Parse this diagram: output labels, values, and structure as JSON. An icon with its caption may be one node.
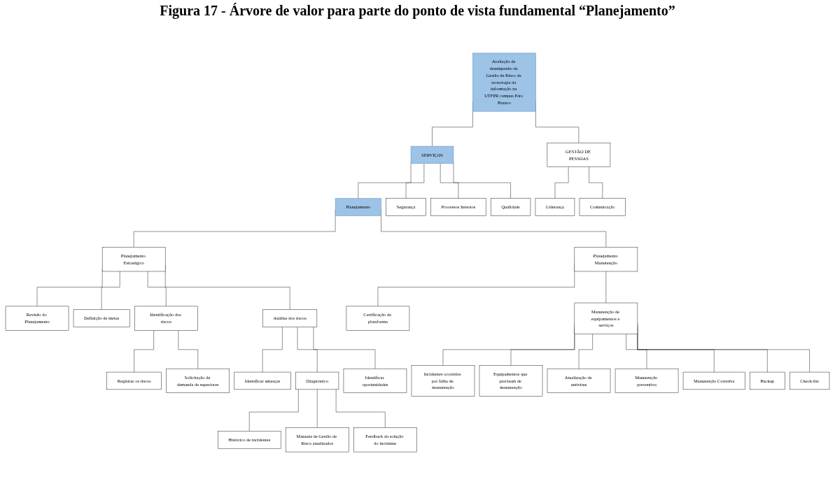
{
  "diagram": {
    "title": "Figura 17 - Árvore de valor para parte do ponto de vista fundamental “Planejamento”",
    "nodes": [
      {
        "text": [
          "Avaliação de desempenho da Gestão de Risco da tecnologia da informação na UTFPR campus Pato Branco"
        ]
      },
      {
        "text": [
          "SERVIÇOS"
        ]
      },
      {
        "text": [
          "GESTÃO DE PESSOAS"
        ]
      },
      {
        "text": [
          "Planejamento"
        ]
      },
      {
        "text": [
          "Segurança"
        ]
      },
      {
        "text": [
          "Processos Internos"
        ]
      },
      {
        "text": [
          "Qualidade"
        ]
      },
      {
        "text": [
          "Liderança"
        ]
      },
      {
        "text": [
          "Comunicação"
        ]
      },
      {
        "text": [
          "Planejamento Estratégico"
        ]
      },
      {
        "text": [
          "Planejamento Manutenção"
        ]
      },
      {
        "text": [
          "Revisão do Planejamento"
        ]
      },
      {
        "text": [
          "Definição de metas"
        ]
      },
      {
        "text": [
          "Identificação dos riscos"
        ]
      },
      {
        "text": [
          "Análise dos riscos"
        ]
      },
      {
        "text": [
          "Certificação da plataforma"
        ]
      },
      {
        "text": [
          "Manutenção de equipamentos e serviços"
        ]
      },
      {
        "text": [
          "Registrar os riscos"
        ]
      },
      {
        "text": [
          "Solicitação de demanda de superiores"
        ]
      },
      {
        "text": [
          "Identificar ameaças"
        ]
      },
      {
        "text": [
          "Diagnóstico"
        ]
      },
      {
        "text": [
          "Identificar oportunidades"
        ]
      },
      {
        "text": [
          "Incidentes ocorridos por falha de manutenção"
        ]
      },
      {
        "text": [
          "Equipamentos que precisam de manutenção"
        ]
      },
      {
        "text": [
          "Atualização de antivírus"
        ]
      },
      {
        "text": [
          "Manutenção preventiva"
        ]
      },
      {
        "text": [
          "Manutenção Corretiva"
        ]
      },
      {
        "text": [
          "Backup"
        ]
      },
      {
        "text": [
          "Check-list"
        ]
      },
      {
        "text": [
          "Histórico de incidentes"
        ]
      },
      {
        "text": [
          "Manuais de Gestão de Risco atualizados"
        ]
      },
      {
        "text": [
          "Feedback da solução do incidente"
        ]
      }
    ],
    "edges": [
      {
        "from": 0,
        "to": 1,
        "arrow": "none"
      },
      {
        "from": 0,
        "to": 2,
        "arrow": "none"
      },
      {
        "from": 1,
        "to": 3,
        "arrow": "none"
      },
      {
        "from": 1,
        "to": 4,
        "arrow": "none"
      },
      {
        "from": 1,
        "to": 5,
        "arrow": "none"
      },
      {
        "from": 1,
        "to": 6,
        "arrow": "none"
      },
      {
        "from": 2,
        "to": 7,
        "arrow": "none"
      },
      {
        "from": 2,
        "to": 8,
        "arrow": "none"
      },
      {
        "from": 3,
        "to": 9,
        "arrow": "none"
      },
      {
        "from": 3,
        "to": 10,
        "arrow": "none"
      },
      {
        "from": 9,
        "to": 11,
        "arrow": "none"
      },
      {
        "from": 9,
        "to": 12,
        "arrow": "none"
      },
      {
        "from": 9,
        "to": 13,
        "arrow": "none"
      },
      {
        "from": 9,
        "to": 14,
        "arrow": "none"
      },
      {
        "from": 10,
        "to": 15,
        "arrow": "none"
      },
      {
        "from": 10,
        "to": 16,
        "arrow": "none"
      },
      {
        "from": 13,
        "to": 17,
        "arrow": "none"
      },
      {
        "from": 13,
        "to": 18,
        "arrow": "none"
      },
      {
        "from": 14,
        "to": 19,
        "arrow": "none"
      },
      {
        "from": 14,
        "to": 20,
        "arrow": "none"
      },
      {
        "from": 14,
        "to": 21,
        "arrow": "none"
      },
      {
        "from": 16,
        "to": 22,
        "arrow": "none"
      },
      {
        "from": 16,
        "to": 23,
        "arrow": "none"
      },
      {
        "from": 16,
        "to": 24,
        "arrow": "none"
      },
      {
        "from": 16,
        "to": 25,
        "arrow": "none"
      },
      {
        "from": 16,
        "to": 26,
        "arrow": "none"
      },
      {
        "from": 16,
        "to": 27,
        "arrow": "none"
      },
      {
        "from": 16,
        "to": 28,
        "arrow": "none"
      },
      {
        "from": 20,
        "to": 29,
        "arrow": "none"
      },
      {
        "from": 20,
        "to": 30,
        "arrow": "none"
      },
      {
        "from": 20,
        "to": 31,
        "arrow": "none"
      }
    ]
  }
}
